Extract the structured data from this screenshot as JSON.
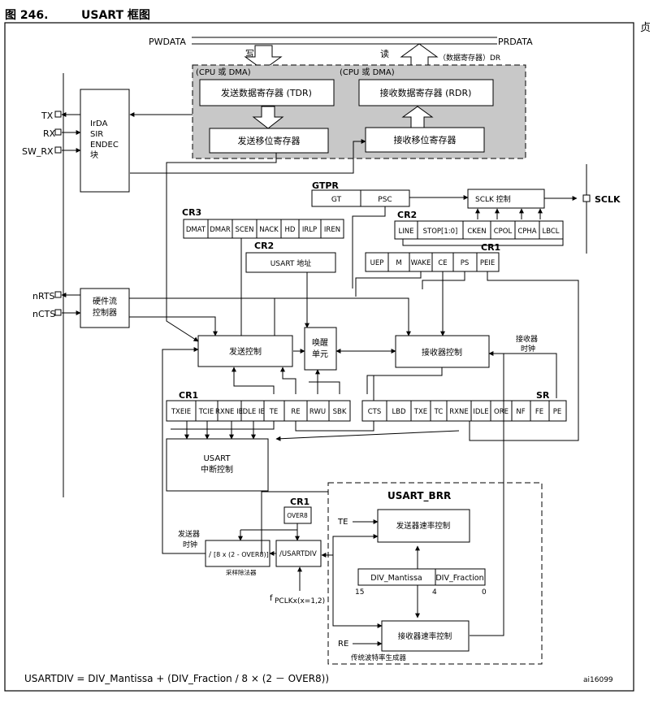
{
  "figure": {
    "label": "图 246.",
    "title": "USART 框图"
  },
  "side_mark": "贞",
  "top": {
    "pwdata": "PWDATA",
    "prdata": "PRDATA",
    "write": "写",
    "read": "读",
    "data_reg": "（数据寄存器）DR"
  },
  "dma_left": "(CPU 或 DMA)",
  "dma_right": "(CPU 或 DMA)",
  "tdr": "发送数据寄存器 (TDR)",
  "rdr": "接收数据寄存器 (RDR)",
  "tx_shift": "发送移位寄存器",
  "rx_shift": "接收移位寄存器",
  "pins": {
    "tx": "TX",
    "rx": "RX",
    "sw_rx": "SW_RX",
    "nrts": "nRTS",
    "ncts": "nCTS",
    "sclk": "SCLK"
  },
  "irda": [
    "IrDA",
    "SIR",
    "ENDEC",
    "块"
  ],
  "hw_flow": [
    "硬件流",
    "控制器"
  ],
  "gtpr": {
    "title": "GTPR",
    "gt": "GT",
    "psc": "PSC"
  },
  "sclk_ctrl": "SCLK 控制",
  "cr3": {
    "title": "CR3",
    "bits": [
      "DMAT",
      "DMAR",
      "SCEN",
      "NACK",
      "HD",
      "IRLP",
      "IREN"
    ]
  },
  "cr2_top": {
    "title": "CR2",
    "bits": [
      "LINE",
      "STOP[1:0]",
      "CKEN",
      "CPOL",
      "CPHA",
      "LBCL"
    ]
  },
  "cr2_addr": {
    "title": "CR2",
    "label": "USART 地址"
  },
  "cr1_top": {
    "title": "CR1",
    "bits": [
      "UEP",
      "M",
      "WAKE",
      "CE",
      "PS",
      "PEIE"
    ]
  },
  "tx_ctrl": "发送控制",
  "wakeup": [
    "唤醒",
    "单元"
  ],
  "rx_ctrl": "接收器控制",
  "rx_clock": [
    "接收器",
    "时钟"
  ],
  "cr1_bottom": {
    "title": "CR1",
    "bits": [
      "TXEIE",
      "TCIE",
      "RXNE IE",
      "IDLE IE",
      "TE",
      "RE",
      "RWU",
      "SBK"
    ]
  },
  "sr": {
    "title": "SR",
    "bits": [
      "CTS",
      "LBD",
      "TXE",
      "TC",
      "RXNE",
      "IDLE",
      "ORE",
      "NF",
      "FE",
      "PE"
    ]
  },
  "irq": [
    "USART",
    "中断控制"
  ],
  "brr": {
    "title": "USART_BRR",
    "te": "TE",
    "re": "RE",
    "tx_rate": "发送器速率控制",
    "rx_rate": "接收器速率控制",
    "mantissa": "DIV_Mantissa",
    "fraction": "DIV_Fraction",
    "n15": "15",
    "n4": "4",
    "n0": "0",
    "generator": "传统波特率生成器"
  },
  "cr1_over": {
    "title": "CR1",
    "bit": "OVER8"
  },
  "tx_clock": [
    "发送器",
    "时钟"
  ],
  "divider": "[8 x (2 - OVER8)]",
  "divider_slash": "/",
  "sample_div": "采样除法器",
  "usartdiv": "/USARTDIV",
  "fpclk": "PCLKx(x=1,2)",
  "fpclk_f": "f",
  "formula": "USARTDIV = DIV_Mantissa + (DIV_Fraction / 8 × (2 － OVER8))",
  "code": "ai16099"
}
